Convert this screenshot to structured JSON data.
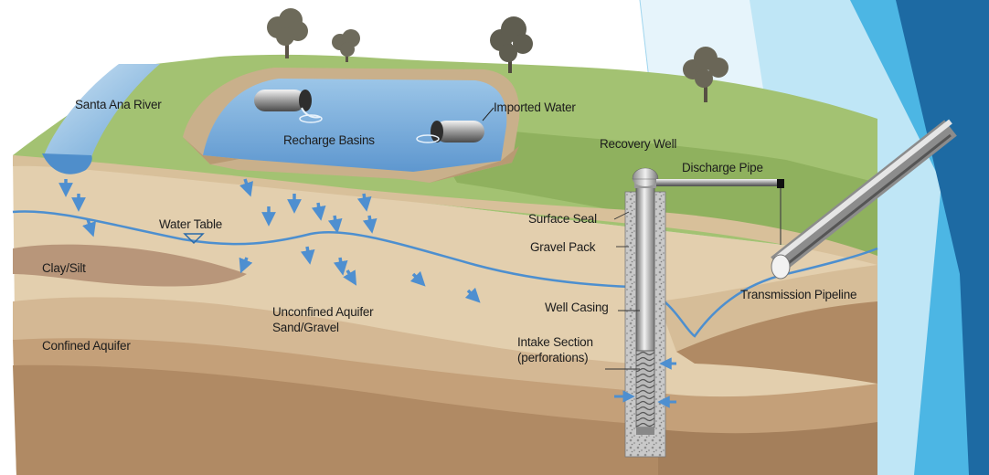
{
  "labels": {
    "santa_ana_river": "Santa Ana River",
    "recharge_basins": "Recharge Basins",
    "imported_water": "Imported Water",
    "recovery_well": "Recovery Well",
    "discharge_pipe": "Discharge Pipe",
    "surface_seal": "Surface Seal",
    "gravel_pack": "Gravel Pack",
    "water_table": "Water Table",
    "clay_silt": "Clay/Silt",
    "transmission_pipeline": "Transmission Pipeline",
    "well_casing": "Well Casing",
    "unconfined_aquifer_line1": "Unconfined Aquifer",
    "unconfined_aquifer_line2": "Sand/Gravel",
    "intake_section_line1": "Intake Section",
    "intake_section_line2": "(perforations)",
    "confined_aquifer": "Confined Aquifer"
  },
  "colors": {
    "grass": "#9dbf6b",
    "soil_top": "#e6d3b3",
    "soil_mid": "#d9c29d",
    "clay_layer": "#b9997a",
    "water": "#5b93cc",
    "basin_water": "#7fb2de",
    "slide_accent_dark": "#1f6fa8",
    "slide_accent_light": "#5fc0e8"
  },
  "icons": [
    "tree-icon",
    "flow-arrow-icon",
    "water-table-triangle-icon"
  ]
}
